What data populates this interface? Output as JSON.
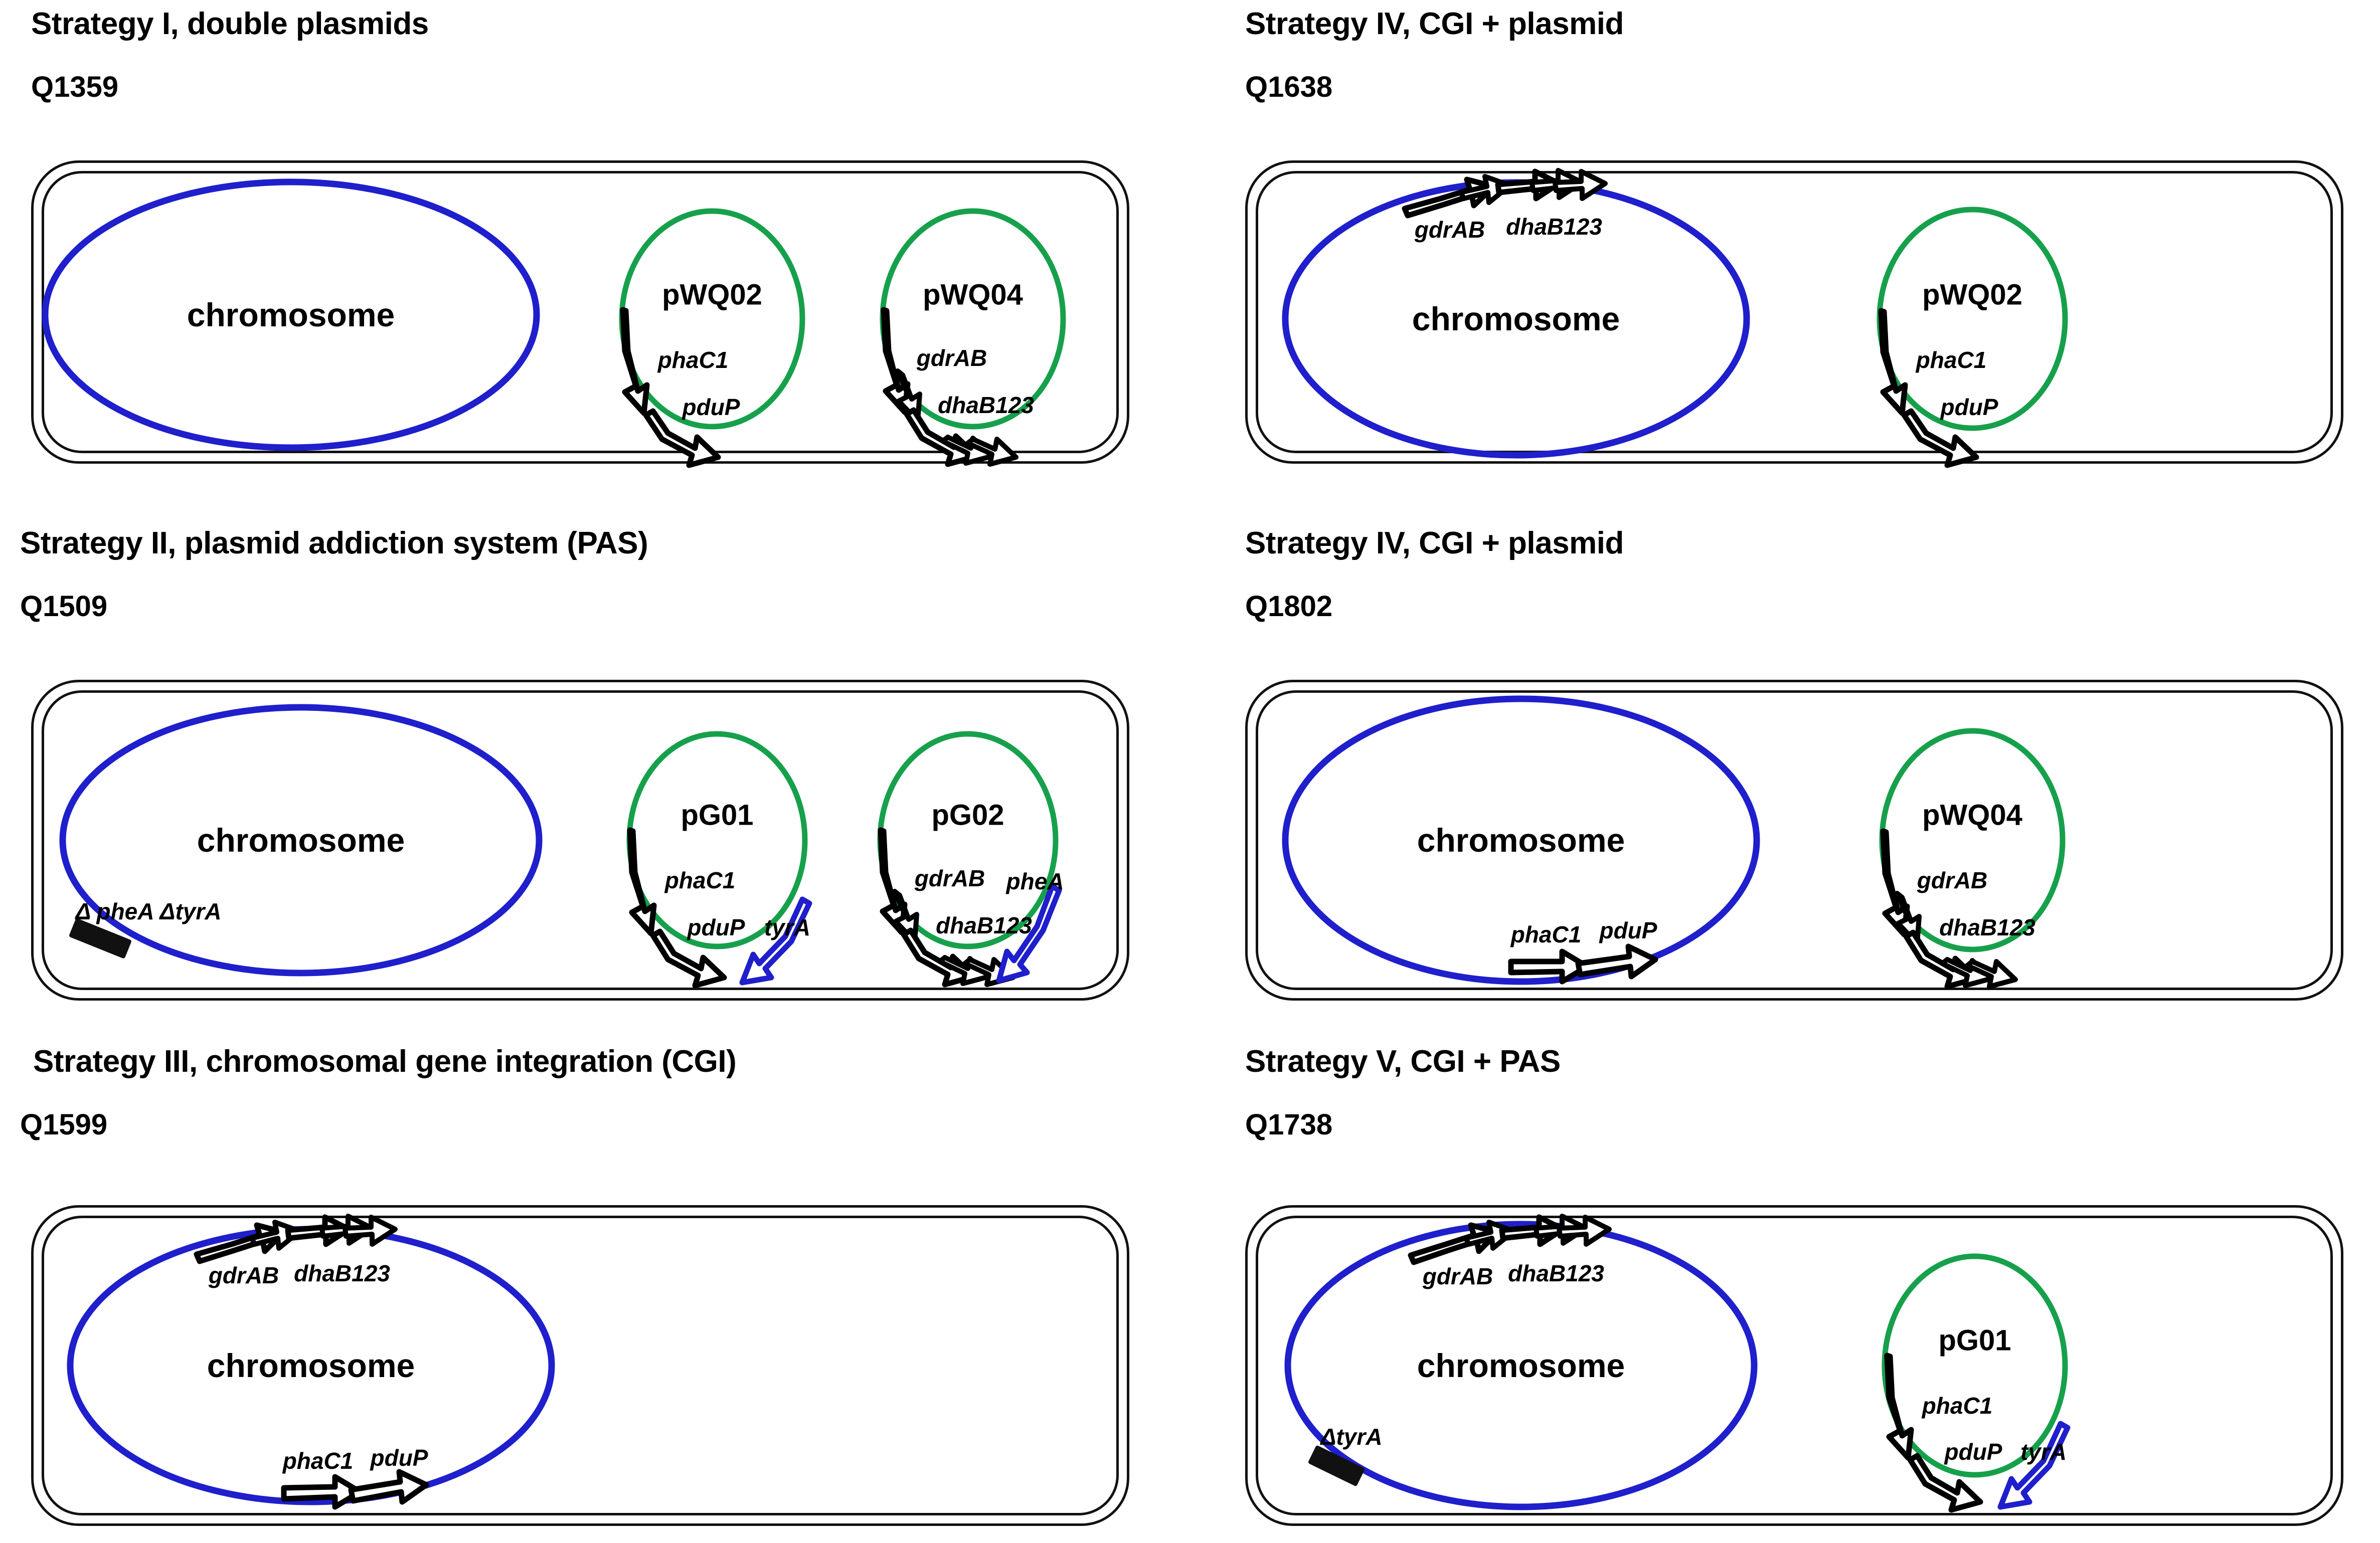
{
  "figure": {
    "description": "Six engineered bacterial strain schematics showing chromosome and plasmid gene arrangements",
    "colors": {
      "chromosome": "#1f1fcc",
      "plasmid": "#17a04c",
      "gene_arrow_outline": "#000000",
      "gene_arrow_fill": "#ffffff",
      "deletion_marker": "#111111",
      "pas_gene_outline": "#1f1fcc",
      "cell_wall": "#111111"
    }
  },
  "panels": [
    {
      "id": "panel-q1359",
      "strategy_title": "Strategy I, double plasmids",
      "strain_id": "Q1359",
      "chromosome": {
        "label": "chromosome",
        "genes": [],
        "deletions": []
      },
      "plasmids": [
        {
          "name": "pWQ02",
          "genes": [
            {
              "label": "phaC1",
              "arrows": 1,
              "direction": "cw",
              "color": "black"
            },
            {
              "label": "pduP",
              "arrows": 1,
              "direction": "cw",
              "color": "black"
            }
          ]
        },
        {
          "name": "pWQ04",
          "genes": [
            {
              "label": "gdrAB",
              "arrows": 2,
              "direction": "cw",
              "color": "black"
            },
            {
              "label": "dhaB123",
              "arrows": 3,
              "direction": "cw",
              "color": "black"
            }
          ]
        }
      ]
    },
    {
      "id": "panel-q1638",
      "strategy_title": "Strategy IV, CGI + plasmid",
      "strain_id": "Q1638",
      "chromosome": {
        "label": "chromosome",
        "genes": [
          {
            "label": "gdrAB",
            "arrows": 2,
            "direction": "cw",
            "color": "black"
          },
          {
            "label": "dhaB123",
            "arrows": 3,
            "direction": "cw",
            "color": "black"
          }
        ],
        "deletions": []
      },
      "plasmids": [
        {
          "name": "pWQ02",
          "genes": [
            {
              "label": "phaC1",
              "arrows": 1,
              "direction": "cw",
              "color": "black"
            },
            {
              "label": "pduP",
              "arrows": 1,
              "direction": "cw",
              "color": "black"
            }
          ]
        }
      ]
    },
    {
      "id": "panel-q1509",
      "strategy_title": "Strategy II, plasmid addiction system (PAS)",
      "strain_id": "Q1509",
      "chromosome": {
        "label": "chromosome",
        "genes": [],
        "deletions": [
          {
            "label": "Δ pheA ΔtyrA"
          }
        ]
      },
      "plasmids": [
        {
          "name": "pG01",
          "genes": [
            {
              "label": "phaC1",
              "arrows": 1,
              "direction": "cw",
              "color": "black"
            },
            {
              "label": "pduP",
              "arrows": 1,
              "direction": "cw",
              "color": "black"
            },
            {
              "label": "tyrA",
              "arrows": 1,
              "direction": "ccw",
              "color": "blue"
            }
          ]
        },
        {
          "name": "pG02",
          "genes": [
            {
              "label": "gdrAB",
              "arrows": 2,
              "direction": "cw",
              "color": "black"
            },
            {
              "label": "dhaB123",
              "arrows": 3,
              "direction": "cw",
              "color": "black"
            },
            {
              "label": "pheA",
              "arrows": 1,
              "direction": "ccw",
              "color": "blue"
            }
          ]
        }
      ]
    },
    {
      "id": "panel-q1802",
      "strategy_title": "Strategy IV, CGI + plasmid",
      "strain_id": "Q1802",
      "chromosome": {
        "label": "chromosome",
        "genes": [
          {
            "label": "phaC1",
            "arrows": 1,
            "direction": "cw",
            "color": "black"
          },
          {
            "label": "pduP",
            "arrows": 1,
            "direction": "cw",
            "color": "black"
          }
        ],
        "deletions": []
      },
      "plasmids": [
        {
          "name": "pWQ04",
          "genes": [
            {
              "label": "gdrAB",
              "arrows": 2,
              "direction": "cw",
              "color": "black"
            },
            {
              "label": "dhaB123",
              "arrows": 3,
              "direction": "cw",
              "color": "black"
            }
          ]
        }
      ]
    },
    {
      "id": "panel-q1599",
      "strategy_title": "Strategy III, chromosomal gene integration (CGI)",
      "strain_id": "Q1599",
      "chromosome": {
        "label": "chromosome",
        "genes": [
          {
            "label": "gdrAB",
            "arrows": 2,
            "direction": "cw",
            "color": "black"
          },
          {
            "label": "dhaB123",
            "arrows": 3,
            "direction": "cw",
            "color": "black"
          },
          {
            "label": "phaC1",
            "arrows": 1,
            "direction": "cw",
            "color": "black"
          },
          {
            "label": "pduP",
            "arrows": 1,
            "direction": "cw",
            "color": "black"
          }
        ],
        "deletions": []
      },
      "plasmids": []
    },
    {
      "id": "panel-q1738",
      "strategy_title": "Strategy V, CGI + PAS",
      "strain_id": "Q1738",
      "chromosome": {
        "label": "chromosome",
        "genes": [
          {
            "label": "gdrAB",
            "arrows": 2,
            "direction": "cw",
            "color": "black"
          },
          {
            "label": "dhaB123",
            "arrows": 3,
            "direction": "cw",
            "color": "black"
          }
        ],
        "deletions": [
          {
            "label": "ΔtyrA"
          }
        ]
      },
      "plasmids": [
        {
          "name": "pG01",
          "genes": [
            {
              "label": "phaC1",
              "arrows": 1,
              "direction": "cw",
              "color": "black"
            },
            {
              "label": "pduP",
              "arrows": 1,
              "direction": "cw",
              "color": "black"
            },
            {
              "label": "tyrA",
              "arrows": 1,
              "direction": "ccw",
              "color": "blue"
            }
          ]
        }
      ]
    }
  ]
}
